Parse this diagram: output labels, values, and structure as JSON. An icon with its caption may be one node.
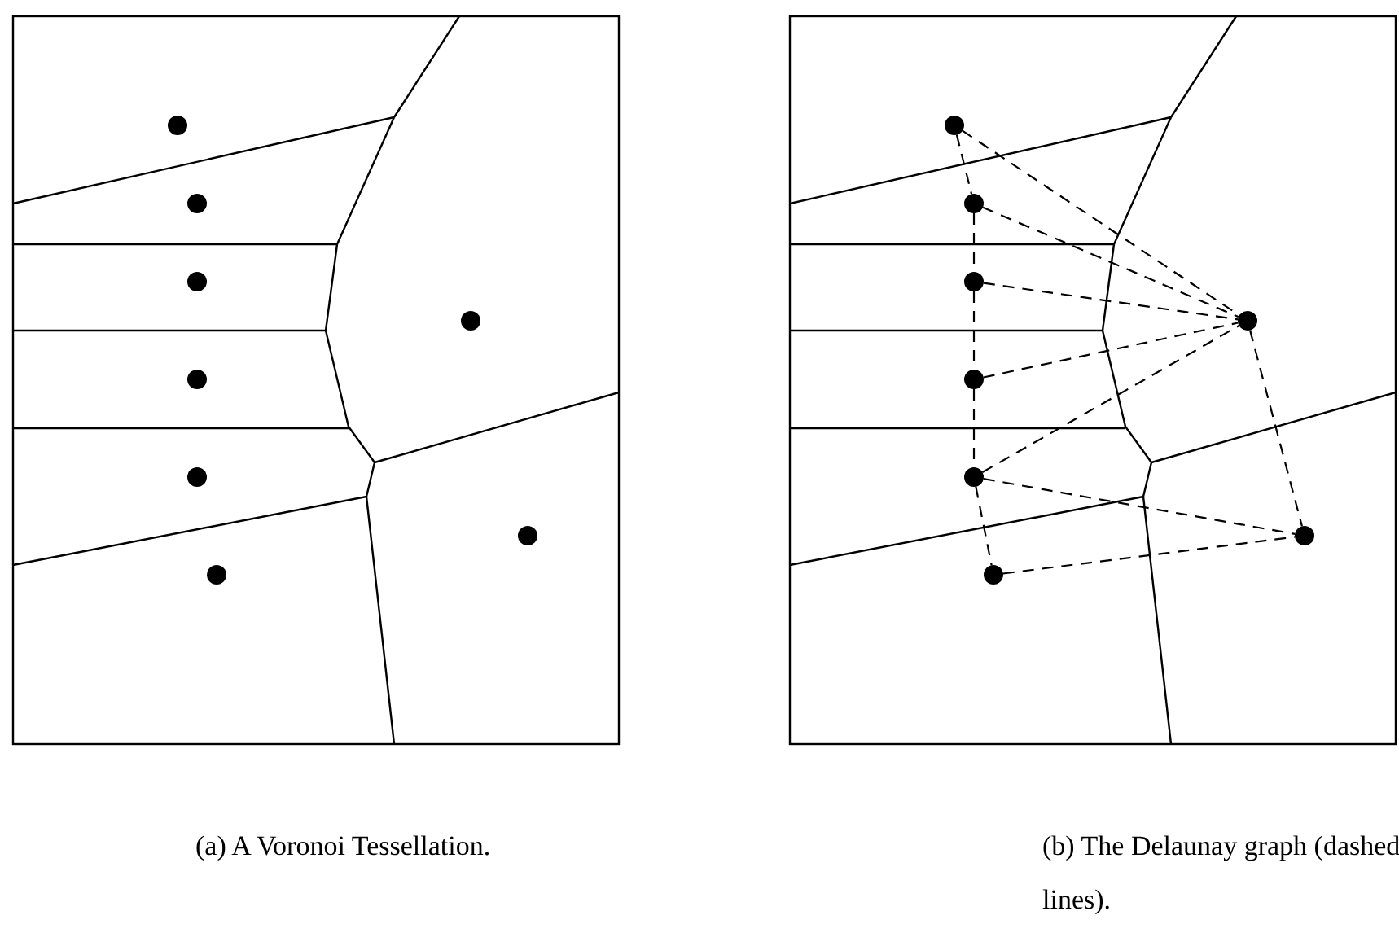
{
  "diagram": {
    "nodes": [
      {
        "text": [],
        "shape": "circle"
      },
      {
        "text": [],
        "shape": "circle"
      },
      {
        "text": [],
        "shape": "circle"
      },
      {
        "text": [],
        "shape": "circle"
      },
      {
        "text": [],
        "shape": "circle"
      },
      {
        "text": [],
        "shape": "circle"
      },
      {
        "text": [],
        "shape": "circle"
      },
      {
        "text": [],
        "shape": "circle"
      }
    ],
    "edges": [
      {
        "from": 0,
        "to": 1,
        "arrow": "none",
        "style": "dashed"
      },
      {
        "from": 1,
        "to": 2,
        "arrow": "none",
        "style": "dashed"
      },
      {
        "from": 2,
        "to": 4,
        "arrow": "none",
        "style": "dashed"
      },
      {
        "from": 4,
        "to": 5,
        "arrow": "none",
        "style": "dashed"
      },
      {
        "from": 5,
        "to": 7,
        "arrow": "none",
        "style": "dashed"
      },
      {
        "from": 0,
        "to": 3,
        "arrow": "none",
        "style": "dashed"
      },
      {
        "from": 1,
        "to": 3,
        "arrow": "none",
        "style": "dashed"
      },
      {
        "from": 2,
        "to": 3,
        "arrow": "none",
        "style": "dashed"
      },
      {
        "from": 4,
        "to": 3,
        "arrow": "none",
        "style": "dashed"
      },
      {
        "from": 5,
        "to": 3,
        "arrow": "none",
        "style": "dashed"
      },
      {
        "from": 3,
        "to": 6,
        "arrow": "none",
        "style": "dashed"
      },
      {
        "from": 5,
        "to": 6,
        "arrow": "none",
        "style": "dashed"
      },
      {
        "from": 7,
        "to": 6,
        "arrow": "none",
        "style": "dashed"
      }
    ],
    "labels": [
      "(a) A Voronoi Tessellation.",
      "(b) The Delaunay graph (dashed lines)."
    ]
  }
}
